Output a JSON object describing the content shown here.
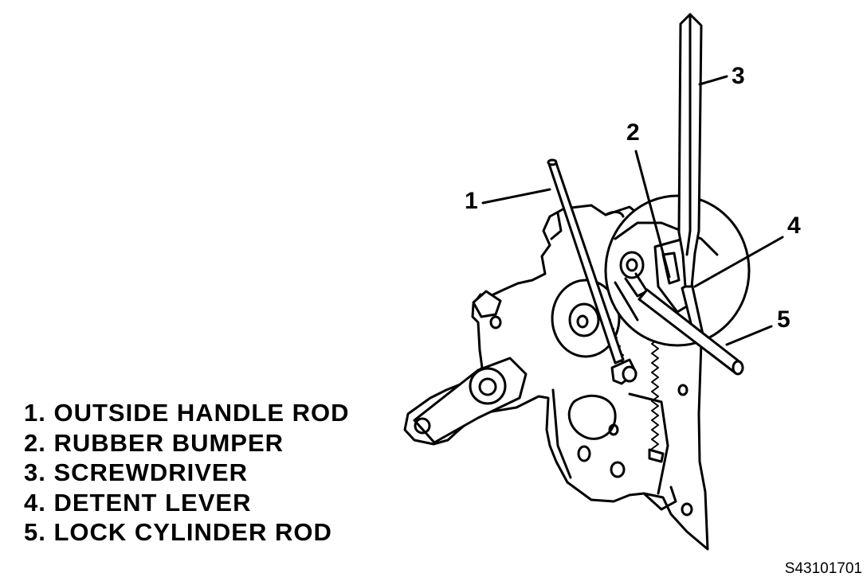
{
  "figure_id": "S43101701",
  "callouts": [
    "1",
    "2",
    "3",
    "4",
    "5"
  ],
  "legend": [
    {
      "number": "1.",
      "label": "OUTSIDE HANDLE ROD"
    },
    {
      "number": "2.",
      "label": "RUBBER BUMPER"
    },
    {
      "number": "3.",
      "label": "SCREWDRIVER"
    },
    {
      "number": "4.",
      "label": "DETENT LEVER"
    },
    {
      "number": "5.",
      "label": "LOCK CYLINDER ROD"
    }
  ]
}
